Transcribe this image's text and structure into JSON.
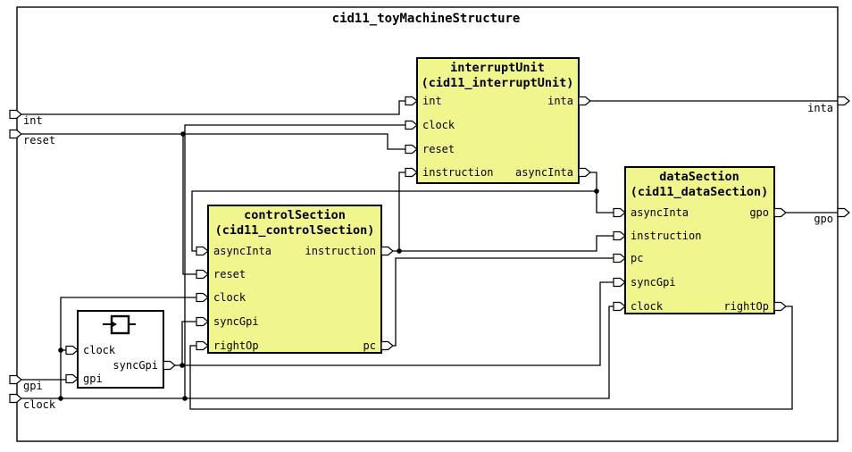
{
  "title": "cid11_toyMachineStructure",
  "colors": {
    "module_fill": "#f0f58e",
    "small_module_fill": "#ffffff",
    "wire": "#000000",
    "background": "#ffffff"
  },
  "external_ports": {
    "inputs": [
      {
        "label": "int"
      },
      {
        "label": "reset"
      },
      {
        "label": "gpi"
      },
      {
        "label": "clock"
      }
    ],
    "outputs": [
      {
        "label": "inta"
      },
      {
        "label": "gpo"
      }
    ]
  },
  "modules": [
    {
      "title": "interruptUnit",
      "subtitle": "(cid11_interruptUnit)",
      "inputs": [
        "int",
        "clock",
        "reset",
        "instruction"
      ],
      "outputs": [
        "inta",
        "asyncInta"
      ]
    },
    {
      "title": "controlSection",
      "subtitle": "(cid11_controlSection)",
      "inputs": [
        "asyncInta",
        "reset",
        "clock",
        "syncGpi",
        "rightOp"
      ],
      "outputs": [
        "instruction",
        "pc"
      ]
    },
    {
      "title": "dataSection",
      "subtitle": "(cid11_dataSection)",
      "inputs": [
        "asyncInta",
        "instruction",
        "pc",
        "syncGpi",
        "clock"
      ],
      "outputs": [
        "gpo",
        "rightOp"
      ]
    },
    {
      "inputs": [
        "clock",
        "gpi"
      ],
      "outputs": [
        "syncGpi"
      ]
    }
  ]
}
